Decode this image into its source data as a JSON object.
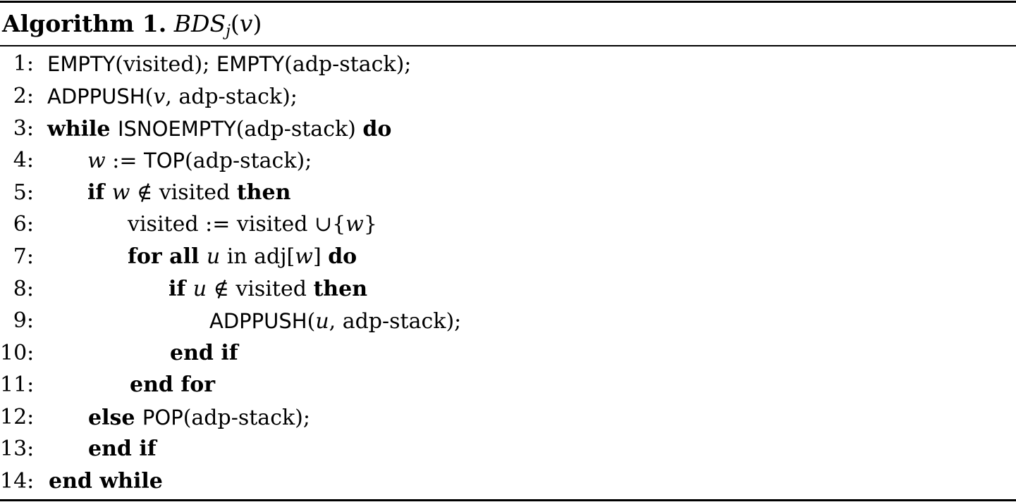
{
  "algorithm": {
    "label": "Algorithm 1.",
    "name": "BDS",
    "subscript": "j",
    "open_paren": "(",
    "param": "v",
    "close_paren": ")"
  },
  "lines": [
    {
      "num": "1:",
      "parts": [
        {
          "t": "EMPTY",
          "s": "sf"
        },
        {
          "t": "(visited); ",
          "s": ""
        },
        {
          "t": "EMPTY",
          "s": "sf"
        },
        {
          "t": "(adp-stack);",
          "s": ""
        }
      ]
    },
    {
      "num": "2:",
      "parts": [
        {
          "t": "ADPPUSH",
          "s": "sf"
        },
        {
          "t": "(",
          "s": ""
        },
        {
          "t": "v",
          "s": "m"
        },
        {
          "t": ", adp-stack);",
          "s": ""
        }
      ]
    },
    {
      "num": "3:",
      "parts": [
        {
          "t": "while ",
          "s": "kw"
        },
        {
          "t": "ISNOEMPTY",
          "s": "sf"
        },
        {
          "t": "(adp-stack) ",
          "s": ""
        },
        {
          "t": "do",
          "s": "kw"
        }
      ]
    },
    {
      "num": "4:",
      "parts": [
        {
          "t": "w",
          "s": "m"
        },
        {
          "t": " := ",
          "s": ""
        },
        {
          "t": "TOP",
          "s": "sf"
        },
        {
          "t": "(adp-stack);",
          "s": ""
        }
      ]
    },
    {
      "num": "5:",
      "parts": [
        {
          "t": "if ",
          "s": "kw"
        },
        {
          "t": "w",
          "s": "m"
        },
        {
          "t": " ∉ visited ",
          "s": ""
        },
        {
          "t": "then",
          "s": "kw"
        }
      ]
    },
    {
      "num": "6:",
      "parts": [
        {
          "t": "visited := visited ∪{",
          "s": ""
        },
        {
          "t": "w",
          "s": "m"
        },
        {
          "t": "}",
          "s": ""
        }
      ]
    },
    {
      "num": "7:",
      "parts": [
        {
          "t": "for all ",
          "s": "kw"
        },
        {
          "t": "u",
          "s": "m"
        },
        {
          "t": " in adj[",
          "s": ""
        },
        {
          "t": "w",
          "s": "m"
        },
        {
          "t": "] ",
          "s": ""
        },
        {
          "t": "do",
          "s": "kw"
        }
      ]
    },
    {
      "num": "8:",
      "parts": [
        {
          "t": "if ",
          "s": "kw"
        },
        {
          "t": "u",
          "s": "m"
        },
        {
          "t": " ∉ visited ",
          "s": ""
        },
        {
          "t": "then",
          "s": "kw"
        }
      ]
    },
    {
      "num": "9:",
      "parts": [
        {
          "t": "ADPPUSH",
          "s": "sf"
        },
        {
          "t": "(",
          "s": ""
        },
        {
          "t": "u",
          "s": "m"
        },
        {
          "t": ", adp-stack);",
          "s": ""
        }
      ]
    },
    {
      "num": "10:",
      "parts": [
        {
          "t": "end if",
          "s": "kw"
        }
      ]
    },
    {
      "num": "11:",
      "parts": [
        {
          "t": "end for",
          "s": "kw"
        }
      ]
    },
    {
      "num": "12:",
      "parts": [
        {
          "t": "else ",
          "s": "kw"
        },
        {
          "t": "POP",
          "s": "sf"
        },
        {
          "t": "(adp-stack);",
          "s": ""
        }
      ]
    },
    {
      "num": "13:",
      "parts": [
        {
          "t": "end if",
          "s": "kw"
        }
      ]
    },
    {
      "num": "14:",
      "parts": [
        {
          "t": "end while",
          "s": "kw"
        }
      ]
    }
  ]
}
